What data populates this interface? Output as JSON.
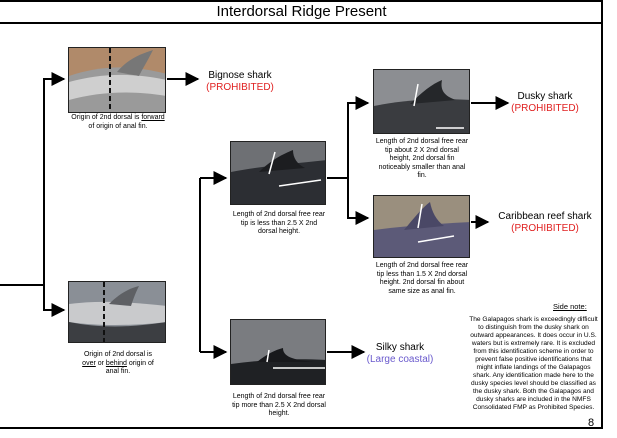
{
  "title": "Interdorsal Ridge Present",
  "page_number": "8",
  "nodes": {
    "bignose_photo_caption": {
      "pre": "Origin of 2nd dorsal is ",
      "underlined": "forward",
      "post": " of origin of anal fin."
    },
    "bignose": {
      "name": "Bignose shark",
      "status": "(PROHIBITED)"
    },
    "lower_photo_caption": {
      "l1_underlined_a": "over",
      "l1_mid": " or ",
      "l1_underlined_b": "behind",
      "l1_post": " origin of",
      "pre": "Origin of 2nd dorsal is",
      "l3": "anal fin."
    },
    "short_rear_tip_caption": "Length of 2nd dorsal free rear tip is less than 2.5 X 2nd  dorsal height.",
    "dusky_photo_caption": "Length of 2nd dorsal free rear tip  about 2 X 2nd dorsal height,  2nd dorsal fin noticeably smaller than anal fin.",
    "dusky": {
      "name": "Dusky  shark",
      "status": "(PROHIBITED)"
    },
    "reef_photo_caption": "Length of 2nd dorsal free rear tip less than 1.5 X  2nd dorsal height.  2nd dorsal fin about same size as anal fin.",
    "reef": {
      "name": "Caribbean reef shark",
      "status": "(PROHIBITED)"
    },
    "long_rear_tip_caption": "Length of 2nd dorsal free rear tip  more than 2.5 X 2nd dorsal height.",
    "silky": {
      "name": "Silky  shark",
      "status": "(Large coastal)"
    }
  },
  "side_note": {
    "heading": "Side note:",
    "text": "The Galapagos shark is exceedingly difficult to distinguish from the dusky shark on outward appearances.  It does occur in U.S. waters but is extremely rare.  It is excluded from this identification scheme  in order to prevent false positive identifications that might inflate landings of the Galapagos shark.  Any identification made here to the dusky species level should be classified as the dusky shark.  Both the Galapagos and dusky sharks are included in the NMFS Consolidated FMP as Prohibited Species."
  },
  "colors": {
    "prohibited": "#e02020",
    "large_coastal": "#6a5acd"
  }
}
